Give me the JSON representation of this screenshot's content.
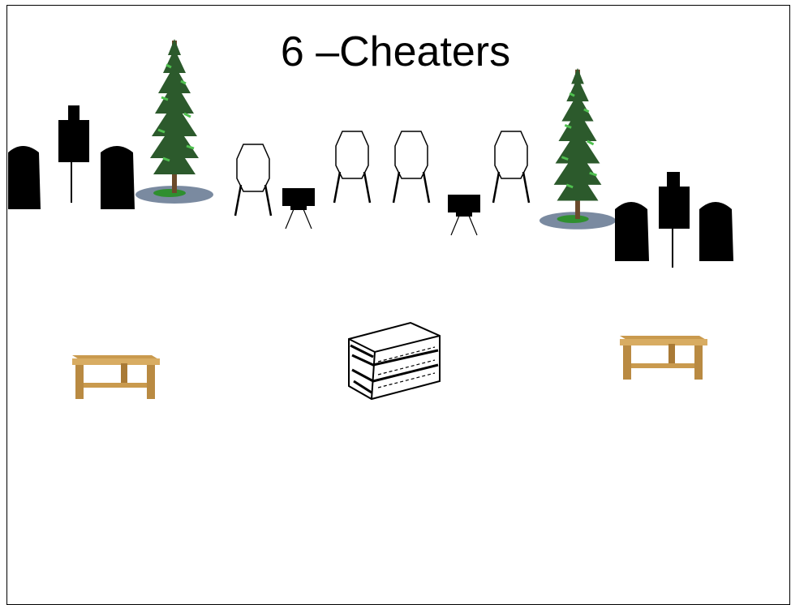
{
  "slide": {
    "title": "6 –Cheaters"
  },
  "props": {
    "tree_icon": "pine-tree",
    "steel_target_icon": "silhouette-plate",
    "paper_target_icon": "hexagon-target",
    "table_icon": "wooden-table",
    "crate_icon": "wooden-crate"
  }
}
